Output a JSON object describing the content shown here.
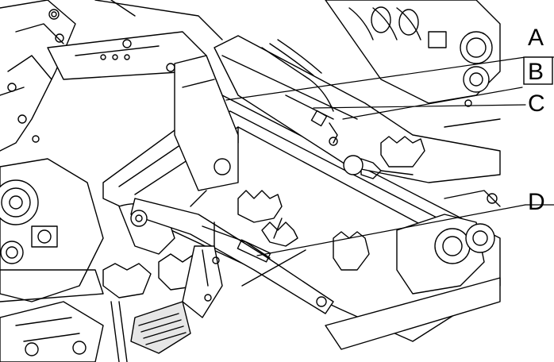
{
  "callouts": [
    {
      "id": "A",
      "label": "A"
    },
    {
      "id": "B",
      "label": "B"
    },
    {
      "id": "C",
      "label": "C"
    },
    {
      "id": "D",
      "label": "D"
    }
  ],
  "colors": {
    "line": "#000000",
    "background": "#ffffff",
    "shade": "#e6e6e6"
  }
}
